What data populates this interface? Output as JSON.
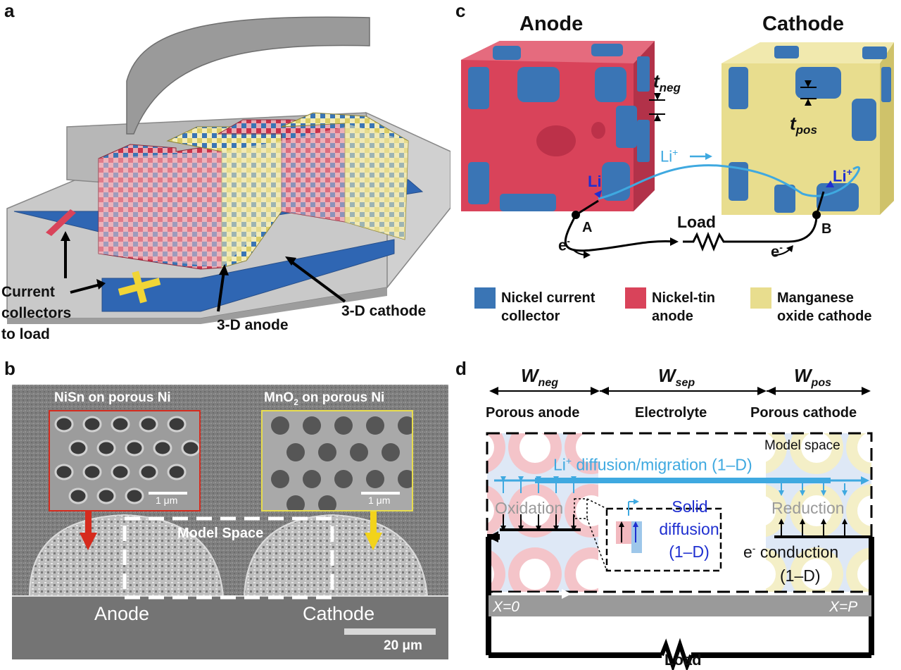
{
  "panels": {
    "a": "a",
    "b": "b",
    "c": "c",
    "d": "d"
  },
  "panel_a": {
    "current_collectors_label": "Current\ncollectors\nto load",
    "anode_label": "3-D anode",
    "cathode_label": "3-D cathode"
  },
  "panel_b": {
    "left_inset_title": "NiSn on porous Ni",
    "right_inset_title_prefix": "MnO",
    "right_inset_title_sub": "2",
    "right_inset_title_suffix": " on porous Ni",
    "inset_scale": "1 μm",
    "model_space": "Model Space",
    "anode": "Anode",
    "cathode": "Cathode",
    "scale_bar": "20 μm"
  },
  "panel_c": {
    "anode_title": "Anode",
    "cathode_title": "Cathode",
    "t_neg": "t",
    "t_neg_sub": "neg",
    "t_pos": "t",
    "t_pos_sub": "pos",
    "li_plus": "Li",
    "li_left": "Li",
    "point_a": "A",
    "point_b": "B",
    "load": "Load",
    "electron": "e",
    "legend": [
      {
        "label": "Nickel current\ncollector",
        "color": "#3A75B5"
      },
      {
        "label": "Nickel-tin\nanode",
        "color": "#D9435A"
      },
      {
        "label": "Manganese\noxide cathode",
        "color": "#E8DD8E"
      }
    ]
  },
  "panel_d": {
    "w_neg": "W",
    "w_neg_sub": "neg",
    "w_sep": "W",
    "w_sep_sub": "sep",
    "w_pos": "W",
    "w_pos_sub": "pos",
    "porous_anode": "Porous anode",
    "electrolyte": "Electrolyte",
    "porous_cathode": "Porous cathode",
    "model_space": "Model space",
    "li_diffusion_prefix": "Li",
    "li_diffusion_suffix": " diffusion/migration (1–D)",
    "oxidation": "Oxidation",
    "solid": "Solid",
    "diffusion": "diffusion",
    "one_d": "(1–D)",
    "reduction": "Reduction",
    "e_conduction": "conduction",
    "e_label": "e",
    "x0": "X=0",
    "xp": "X=P",
    "load": "Load"
  },
  "colors": {
    "nickel": "#3A75B5",
    "anode_red": "#D9435A",
    "cathode_yellow": "#E8DD8E",
    "li_blue": "#3FA9E0",
    "solid_blue": "#1F2FD0",
    "arrow_red": "#D62B1E",
    "arrow_yellow": "#F2D31B"
  }
}
